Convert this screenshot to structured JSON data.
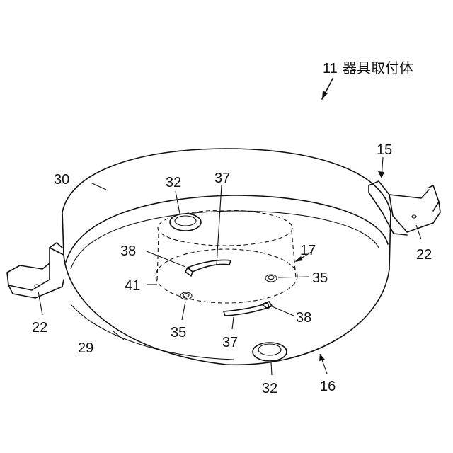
{
  "title": {
    "number": "11",
    "text": "器具取付体"
  },
  "labels": {
    "l30": "30",
    "l32a": "32",
    "l37a": "37",
    "l15": "15",
    "l22r": "22",
    "l17": "17",
    "l38a": "38",
    "l41": "41",
    "l35r": "35",
    "l22l": "22",
    "l35l": "35",
    "l38b": "38",
    "l29": "29",
    "l37b": "37",
    "l32b": "32",
    "l16": "16"
  }
}
